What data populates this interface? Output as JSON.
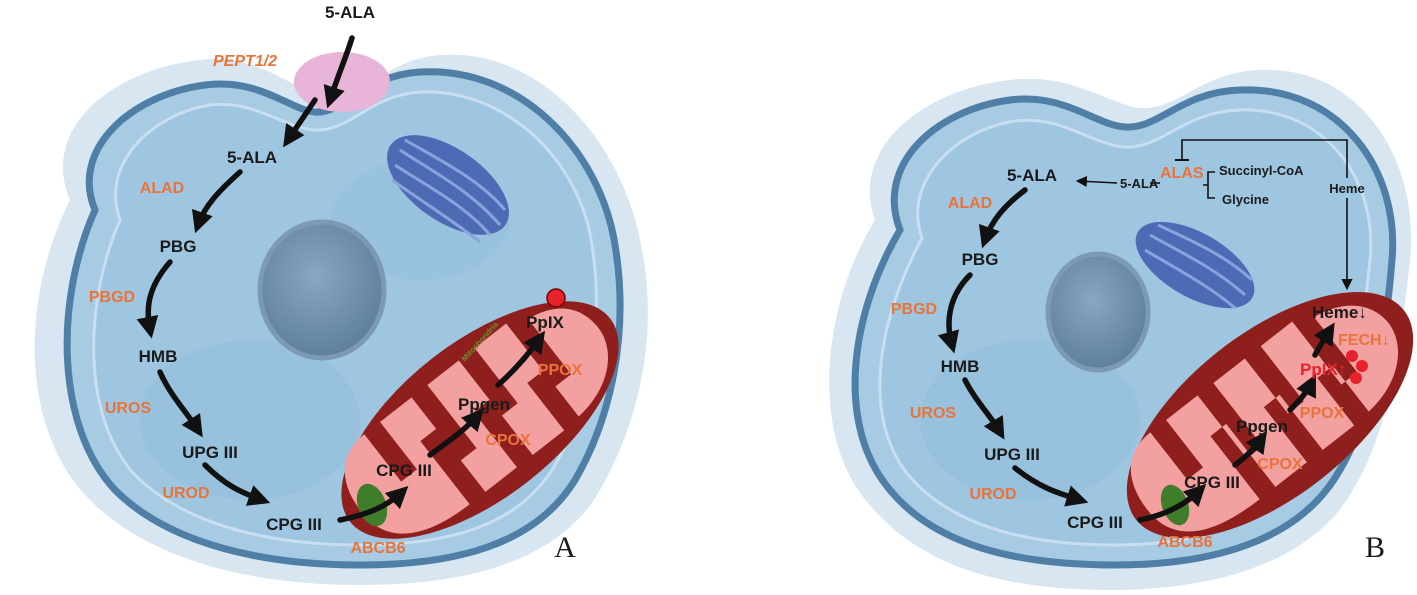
{
  "panel_a": {
    "letter": "A",
    "substrates": {
      "ala_outside": "5-ALA",
      "ala": "5-ALA",
      "pbg": "PBG",
      "hmb": "HMB",
      "upg3": "UPG III",
      "cpg3_cyto": "CPG III",
      "cpg3_mito": "CPG III",
      "ppgen": "Ppgen",
      "ppix": "PpIX"
    },
    "enzymes": {
      "pept": "PEPT1/2",
      "alad": "ALAD",
      "pbgd": "PBGD",
      "uros": "UROS",
      "urod": "UROD",
      "abcb6": "ABCB6",
      "cpox": "CPOX",
      "ppox": "PPOX"
    },
    "mito_label": "Mitochondria"
  },
  "panel_b": {
    "letter": "B",
    "substrates": {
      "ala": "5-ALA",
      "ala_small": "5-ALA",
      "succinyl": "Succinyl-CoA",
      "glycine": "Glycine",
      "heme_top": "Heme",
      "heme_mito": "Heme",
      "pbg": "PBG",
      "hmb": "HMB",
      "upg3": "UPG III",
      "cpg3_cyto": "CPG III",
      "cpg3_mito": "CPG III",
      "ppgen": "Ppgen",
      "ppix": "PpIX"
    },
    "enzymes": {
      "alas": "ALAS",
      "alad": "ALAD",
      "pbgd": "PBGD",
      "uros": "UROS",
      "urod": "UROD",
      "abcb6": "ABCB6",
      "cpox": "CPOX",
      "ppox": "PPOX",
      "fech": "FECH"
    },
    "indicators": {
      "heme_down": "↓",
      "fech_down": "↓",
      "ppix_up": "↑"
    }
  },
  "colors": {
    "cell_outer": "#c9dbe9",
    "cell_body": "#9cc3de",
    "membrane": "#4f7fa6",
    "nucleus": "#6f8fac",
    "golgi": "#5c7cc4",
    "mito_outer": "#8e1f1c",
    "mito_inner": "#f2a0a0",
    "enzyme": "#e8743b",
    "transporter": "#e8b4d8",
    "abcb6": "#3f7d2a",
    "ppix_dot": "#e8222a"
  }
}
